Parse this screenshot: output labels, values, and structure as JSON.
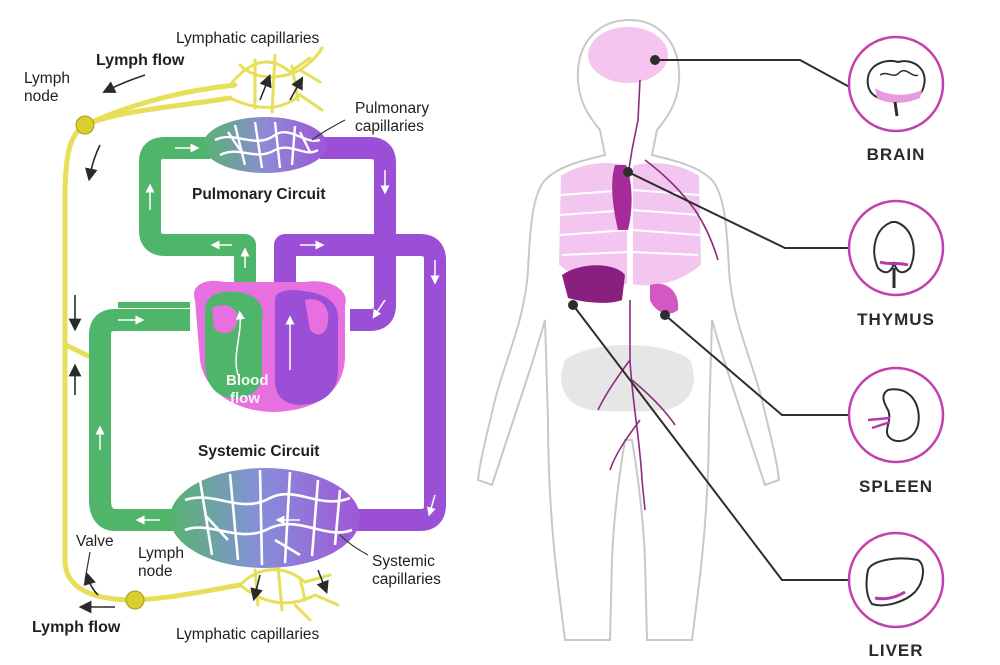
{
  "circulation": {
    "lymphatic_capillaries_top": "Lymphatic capillaries",
    "lymph_flow_top": "Lymph flow",
    "lymph_node_top": [
      "Lymph",
      "node"
    ],
    "pulmonary_capillaries": [
      "Pulmonary",
      "capillaries"
    ],
    "pulmonary_circuit": "Pulmonary Circuit",
    "blood_flow": [
      "Blood",
      "flow"
    ],
    "systemic_circuit": "Systemic Circuit",
    "valve": "Valve",
    "lymph_node_bottom": [
      "Lymph",
      "node"
    ],
    "systemic_capillaries": [
      "Systemic",
      "capillaries"
    ],
    "lymph_flow_bottom": "Lymph flow",
    "lymphatic_capillaries_bottom": "Lymphatic capillaries"
  },
  "organs": [
    {
      "name": "BRAIN",
      "icon": "brain-icon"
    },
    {
      "name": "THYMUS",
      "icon": "thymus-icon"
    },
    {
      "name": "SPLEEN",
      "icon": "spleen-icon"
    },
    {
      "name": "LIVER",
      "icon": "liver-icon"
    }
  ],
  "colors": {
    "lymph": "#e8e25a",
    "oxygenated": "#4fb56a",
    "deoxygenated": "#9b4fd6",
    "heart": "#e86fe0",
    "capillary": "#8a86d8",
    "organ_accent": "#b53aa8",
    "organ_ring": "#c33fb1"
  }
}
